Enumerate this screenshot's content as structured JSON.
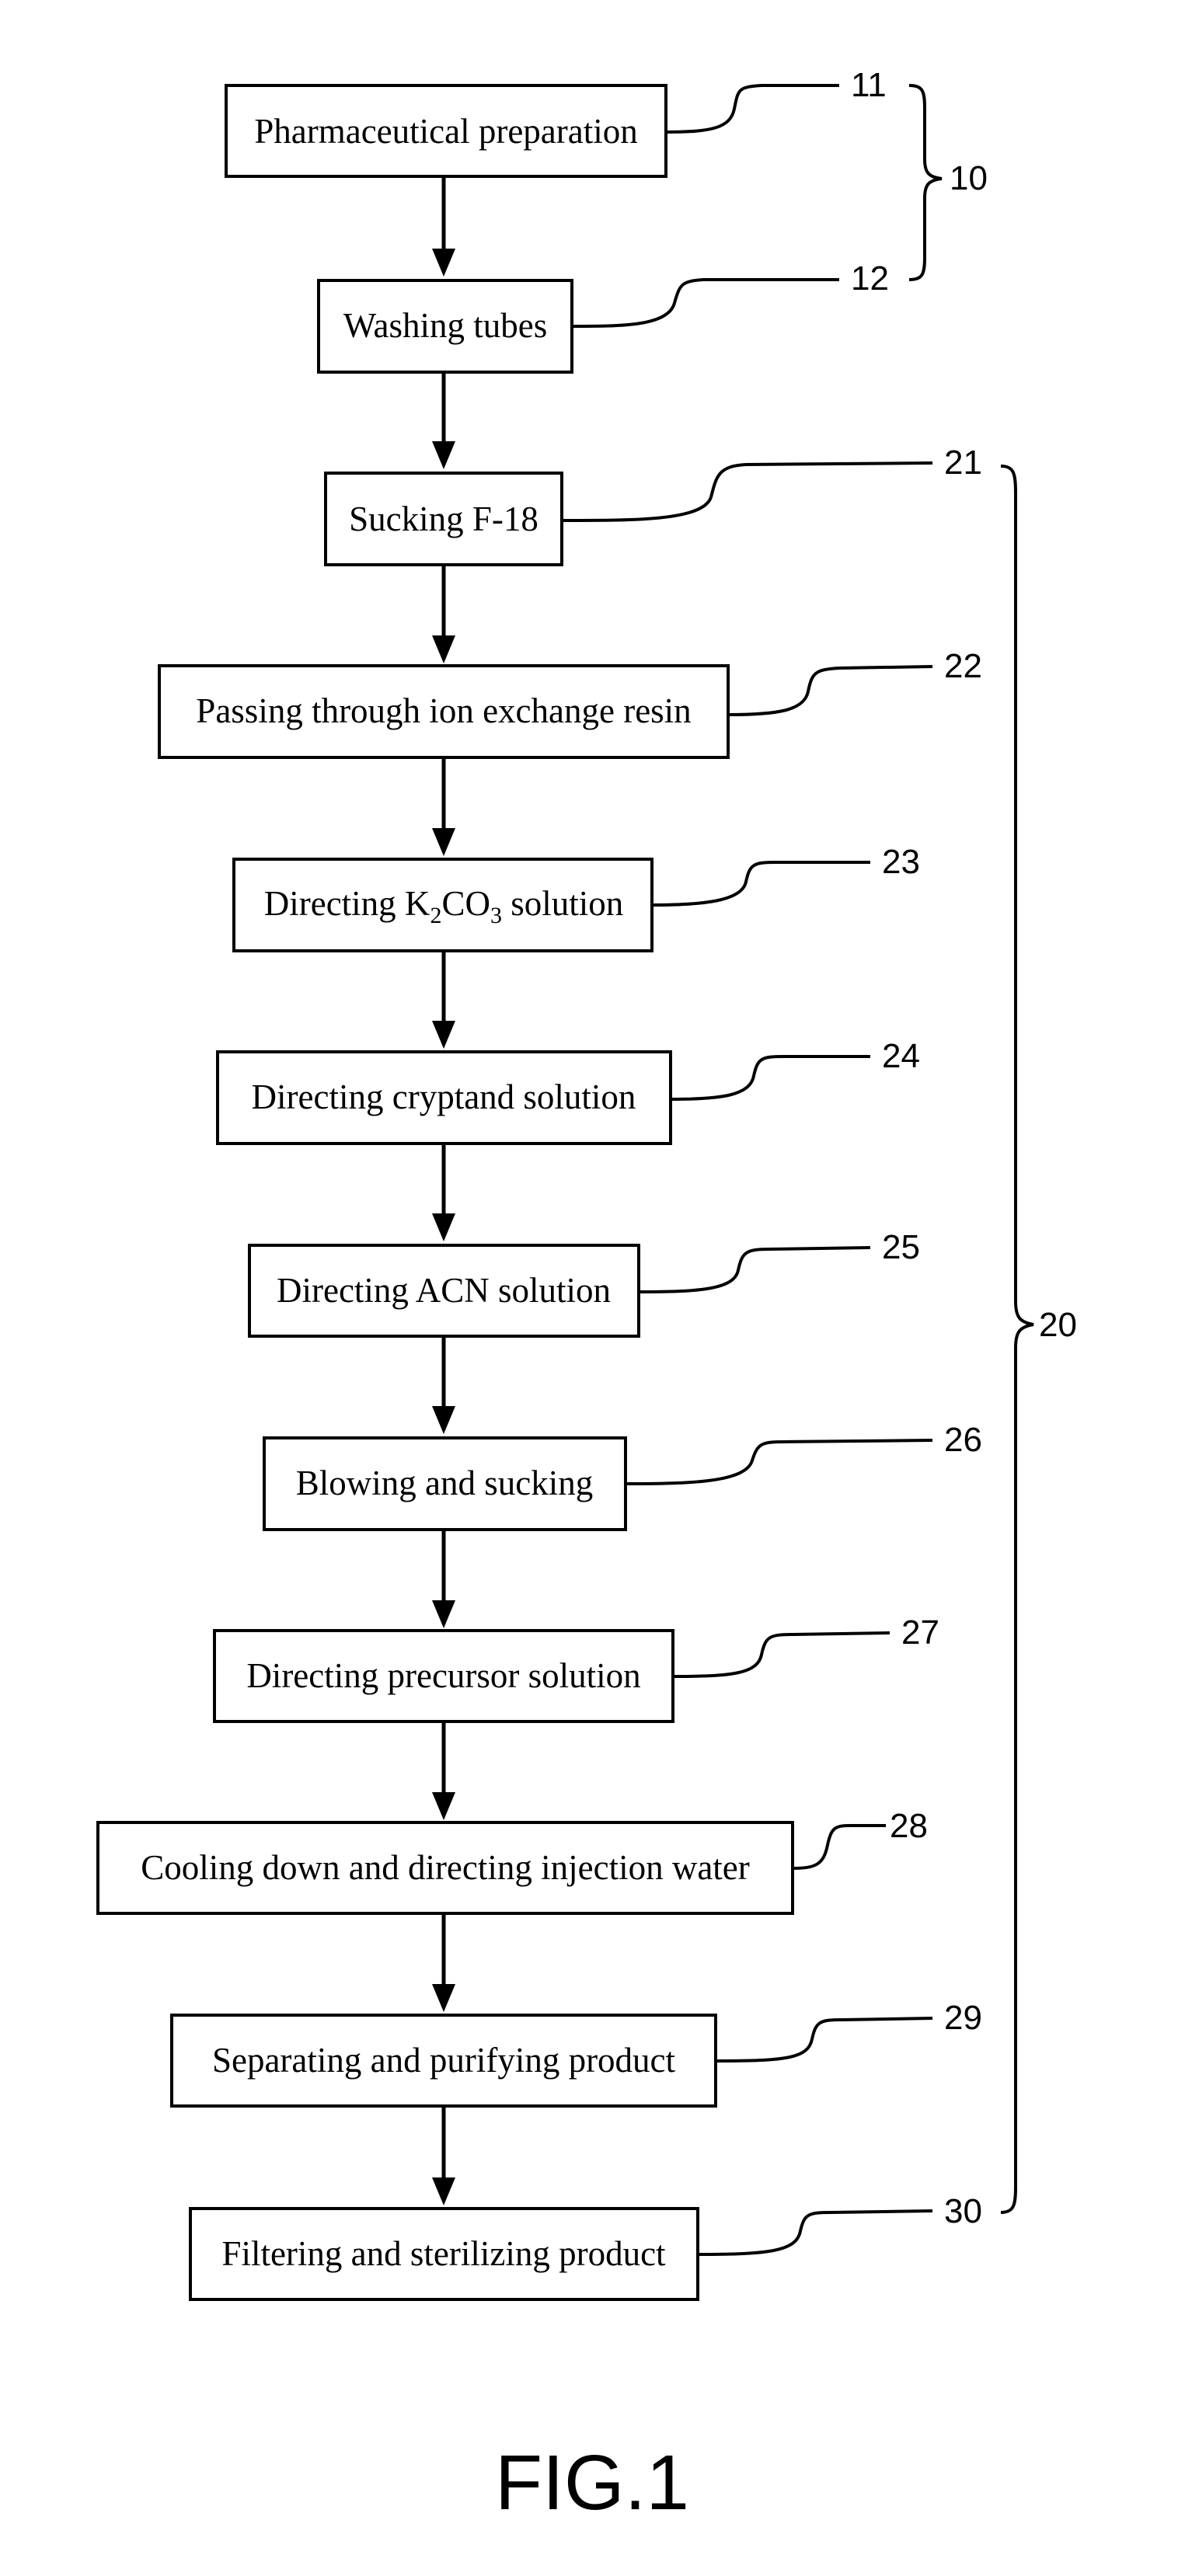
{
  "steps": [
    {
      "ref": "11",
      "label": "Pharmaceutical preparation"
    },
    {
      "ref": "12",
      "label": "Washing tubes"
    },
    {
      "ref": "21",
      "label": "Sucking F-18"
    },
    {
      "ref": "22",
      "label": "Passing through ion exchange resin"
    },
    {
      "ref": "23",
      "label_pre": "Directing K",
      "sub1": "2",
      "label_mid": "CO",
      "sub2": "3",
      "label_post": " solution"
    },
    {
      "ref": "24",
      "label": "Directing cryptand solution"
    },
    {
      "ref": "25",
      "label": "Directing ACN solution"
    },
    {
      "ref": "26",
      "label": "Blowing and sucking"
    },
    {
      "ref": "27",
      "label": "Directing precursor solution"
    },
    {
      "ref": "28",
      "label": "Cooling down and directing injection water"
    },
    {
      "ref": "29",
      "label": "Separating and purifying product"
    },
    {
      "ref": "30",
      "label": "Filtering and sterilizing product"
    }
  ],
  "groups": [
    {
      "ref": "10"
    },
    {
      "ref": "20"
    }
  ],
  "figure_label": "FIG.1"
}
